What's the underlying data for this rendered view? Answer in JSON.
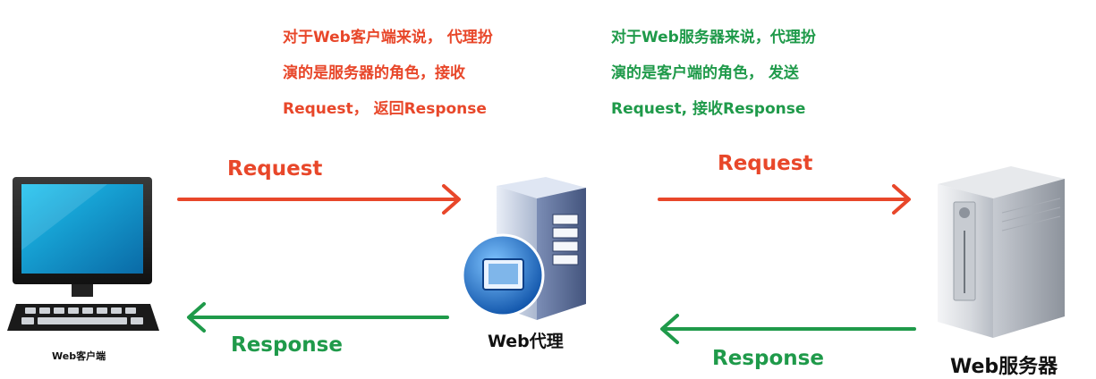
{
  "notes": {
    "client_side": [
      "对于Web客户端来说， 代理扮",
      "演的是服务器的角色，接收",
      "Request， 返回Response"
    ],
    "server_side": [
      "对于Web服务器来说，代理扮",
      "演的是客户端的角色， 发送",
      "Request, 接收Response"
    ]
  },
  "arrows": {
    "left_request": "Request",
    "right_request": "Request",
    "left_response": "Response",
    "right_response": "Response"
  },
  "nodes": {
    "client": "Web客户端",
    "proxy": "Web代理",
    "server": "Web服务器"
  },
  "colors": {
    "request": "#e8472a",
    "response": "#1f9a4a"
  }
}
